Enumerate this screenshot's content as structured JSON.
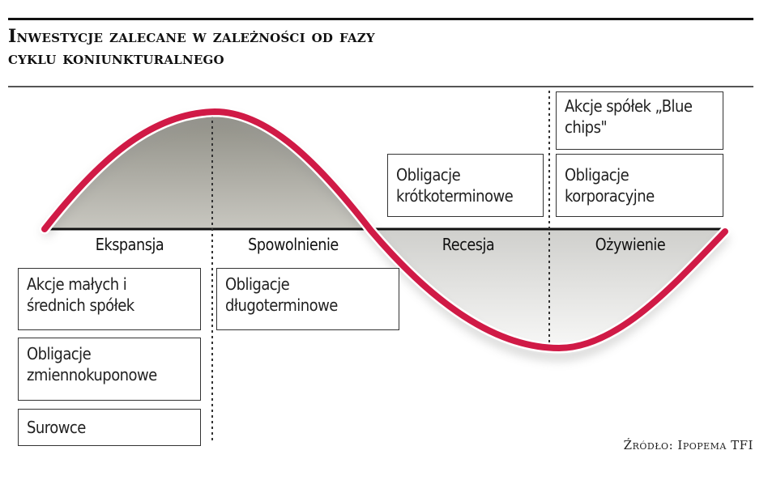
{
  "title": {
    "line1": "Inwestycje zalecane w zależności od fazy",
    "line2": "cyklu koniunkturalnego"
  },
  "phases": [
    {
      "label": "Ekspansja"
    },
    {
      "label": "Spowolnienie"
    },
    {
      "label": "Recesja"
    },
    {
      "label": "Ożywienie"
    }
  ],
  "boxes": {
    "ekspansja": [
      {
        "line1": "Akcje małych i",
        "line2": "średnich spółek"
      },
      {
        "line1": "Obligacje",
        "line2": "zmiennokuponowe"
      },
      {
        "line1": "Surowce",
        "line2": ""
      }
    ],
    "spowolnienie": [
      {
        "line1": "Obligacje",
        "line2": "długoterminowe"
      }
    ],
    "recesja": [
      {
        "line1": "Obligacje",
        "line2": "krótkoterminowe"
      }
    ],
    "ozywienie": [
      {
        "line1": "Akcje spółek „Blue",
        "line2": "chips\""
      },
      {
        "line1": "Obligacje",
        "line2": "korporacyjne"
      }
    ]
  },
  "source": "Źródło: Ipopema TFI",
  "colors": {
    "curve": "#d01a46",
    "fill_upper": "#a9a89f",
    "fill_lower": "#e8e8e6",
    "baseline": "#111111"
  }
}
